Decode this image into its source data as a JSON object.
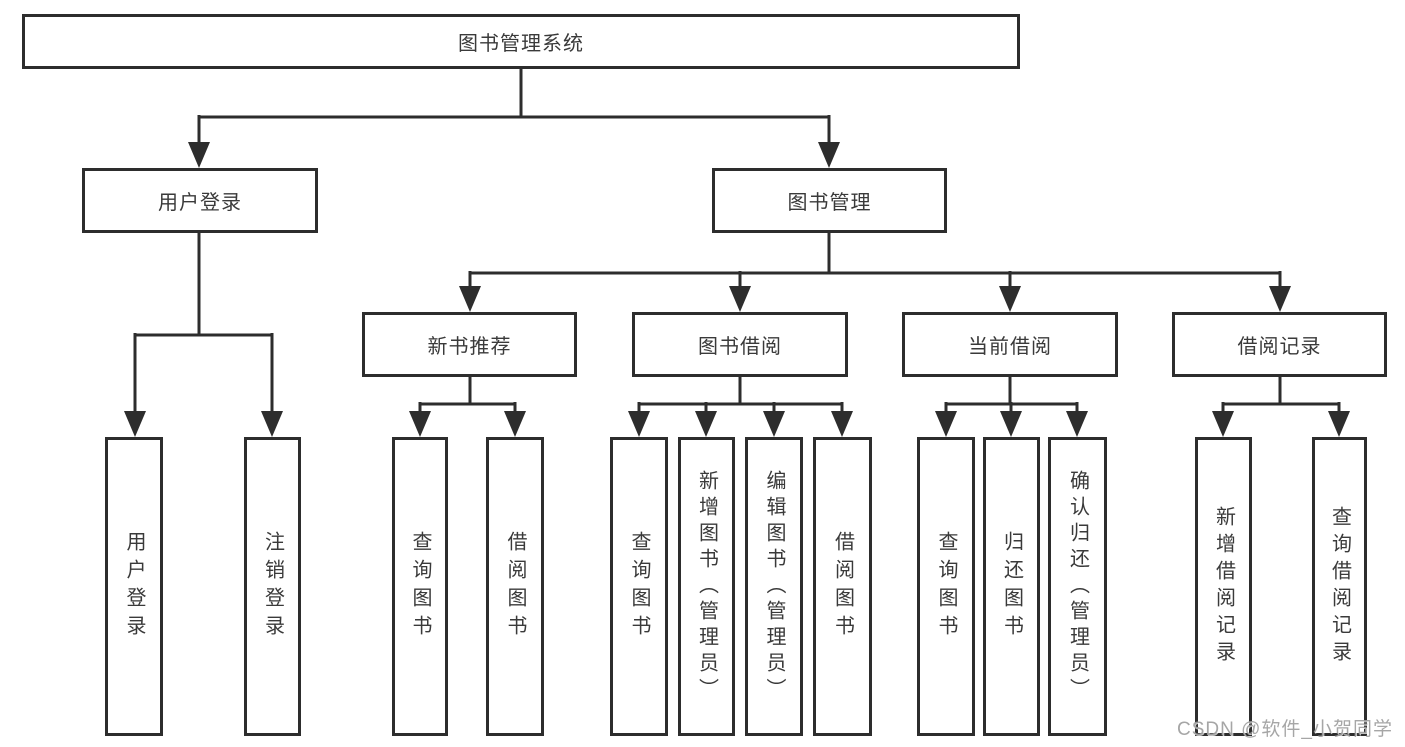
{
  "watermark": "CSDN @软件_小贺同学",
  "colors": {
    "line": "#2d2d2d",
    "box_border": "#2d2d2d",
    "text": "#3a3a3a",
    "watermark": "#9e9e9e",
    "background": "#ffffff"
  },
  "tree": {
    "root": {
      "label": "图书管理系统"
    },
    "user_login": {
      "label": "用户登录",
      "children": [
        {
          "label": "用户登录"
        },
        {
          "label": "注销登录"
        }
      ]
    },
    "book_mgmt": {
      "label": "图书管理",
      "sections": [
        {
          "label": "新书推荐",
          "children": [
            {
              "label": "查询图书"
            },
            {
              "label": "借阅图书"
            }
          ]
        },
        {
          "label": "图书借阅",
          "children": [
            {
              "label": "查询图书"
            },
            {
              "label": "新增图书（管理员）"
            },
            {
              "label": "编辑图书（管理员）"
            },
            {
              "label": "借阅图书"
            }
          ]
        },
        {
          "label": "当前借阅",
          "children": [
            {
              "label": "查询图书"
            },
            {
              "label": "归还图书"
            },
            {
              "label": "确认归还（管理员）"
            }
          ]
        },
        {
          "label": "借阅记录",
          "children": [
            {
              "label": "新增借阅记录"
            },
            {
              "label": "查询借阅记录"
            }
          ]
        }
      ]
    }
  }
}
